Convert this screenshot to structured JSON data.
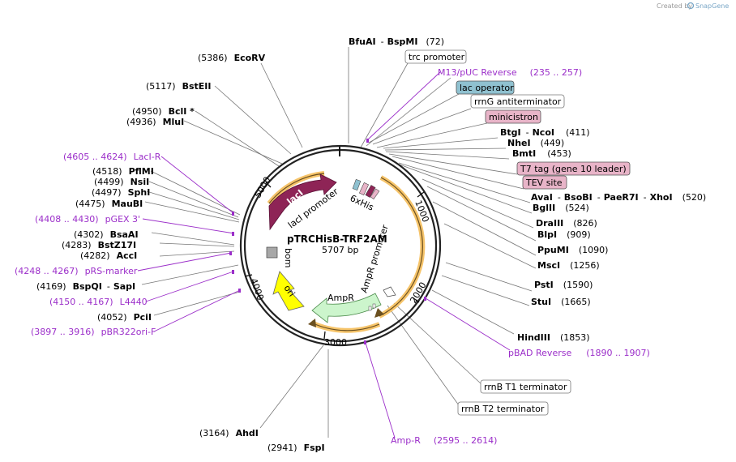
{
  "header": {
    "created_by": "Created by",
    "brand": "SnapGene"
  },
  "plasmid": {
    "name": "pTRCHisB-TRF2AM",
    "size": "5707 bp"
  },
  "ticks": [
    "1000",
    "2000",
    "3000",
    "4000",
    "5000"
  ],
  "features": {
    "laci": "lacI",
    "laci_promoter": "lacI promoter",
    "sixhis": "6xHis",
    "ampr": "AmpR",
    "ampr_promoter": "AmpR promoter",
    "ori": "ori",
    "bom": "bom"
  },
  "boxed_features": [
    {
      "text": "trc promoter",
      "fill": "#ffffff"
    },
    {
      "text": "lac operator",
      "fill": "#8fc1d0"
    },
    {
      "text": "rrnG antiterminator",
      "fill": "#ffffff"
    },
    {
      "text": "minicistron",
      "fill": "#e8b4c8"
    },
    {
      "text": "T7 tag (gene 10 leader)",
      "fill": "#e8b4c8"
    },
    {
      "text": "TEV site",
      "fill": "#e8b4c8"
    },
    {
      "text": "rrnB T1 terminator",
      "fill": "#ffffff"
    },
    {
      "text": "rrnB T2 terminator",
      "fill": "#ffffff"
    }
  ],
  "sites": {
    "bfuai": {
      "name": "BfuAI",
      "name2": "BspMI",
      "sep": "-",
      "pos": "(72)"
    },
    "ecorv": {
      "pos": "(5386)",
      "name": "EcoRV"
    },
    "bsteii": {
      "pos": "(5117)",
      "name": "BstEII"
    },
    "bcli": {
      "pos": "(4950)",
      "name": "BclI *"
    },
    "mlui": {
      "pos": "(4936)",
      "name": "MluI"
    },
    "pfimi": {
      "pos": "(4518)",
      "name": "PflMI"
    },
    "nsii": {
      "pos": "(4499)",
      "name": "NsiI"
    },
    "sphi": {
      "pos": "(4497)",
      "name": "SphI"
    },
    "maubi": {
      "pos": "(4475)",
      "name": "MauBI"
    },
    "bsaai": {
      "pos": "(4302)",
      "name": "BsaAI"
    },
    "bstz17i": {
      "pos": "(4283)",
      "name": "BstZ17I"
    },
    "acci": {
      "pos": "(4282)",
      "name": "AccI"
    },
    "bspqi": {
      "pos": "(4169)",
      "name": "BspQI",
      "sep": "-",
      "name2": "SapI"
    },
    "pcii": {
      "pos": "(4052)",
      "name": "PciI"
    },
    "ahdi": {
      "pos": "(3164)",
      "name": "AhdI"
    },
    "fspi": {
      "pos": "(2941)",
      "name": "FspI"
    },
    "btgi": {
      "name": "BtgI",
      "sep": "-",
      "name2": "NcoI",
      "pos": "(411)"
    },
    "nhei": {
      "name": "NheI",
      "pos": "(449)"
    },
    "bmti": {
      "name": "BmtI",
      "pos": "(453)"
    },
    "avai": {
      "name": "AvaI",
      "sep1": "-",
      "name2": "BsoBI",
      "sep2": "-",
      "name3": "PaeR7I",
      "sep3": "-",
      "name4": "XhoI",
      "pos": "(520)"
    },
    "bglii": {
      "name": "BglII",
      "pos": "(524)"
    },
    "draiii": {
      "name": "DraIII",
      "pos": "(826)"
    },
    "blpi": {
      "name": "BlpI",
      "pos": "(909)"
    },
    "ppumi": {
      "name": "PpuMI",
      "pos": "(1090)"
    },
    "msci": {
      "name": "MscI",
      "pos": "(1256)"
    },
    "psti": {
      "name": "PstI",
      "pos": "(1590)"
    },
    "stui": {
      "name": "StuI",
      "pos": "(1665)"
    },
    "hindiii": {
      "name": "HindIII",
      "pos": "(1853)"
    }
  },
  "primers": {
    "m13": {
      "name": "M13/pUC Reverse",
      "range": "(235 .. 257)"
    },
    "pbad": {
      "name": "pBAD Reverse",
      "range": "(1890 .. 1907)"
    },
    "ampr_primer": {
      "name": "Amp-R",
      "range": "(2595 .. 2614)"
    },
    "laci_r": {
      "range": "(4605 .. 4624)",
      "name": "LacI-R"
    },
    "pgex": {
      "range": "(4408 .. 4430)",
      "name": "pGEX 3'"
    },
    "prs": {
      "range": "(4248 .. 4267)",
      "name": "pRS-marker"
    },
    "l4440": {
      "range": "(4150 .. 4167)",
      "name": "L4440"
    },
    "pbr322": {
      "range": "(3897 .. 3916)",
      "name": "pBR322ori-F"
    }
  }
}
